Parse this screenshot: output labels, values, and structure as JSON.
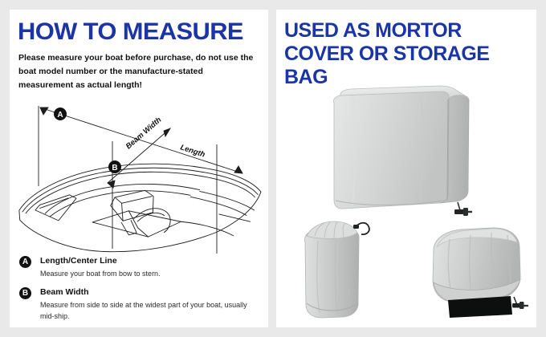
{
  "theme": {
    "page_background": "#e9e9e9",
    "card_background": "#ffffff",
    "heading_color": "#1b35a6",
    "text_color": "#111111",
    "fabric_color": "#c9cbcb",
    "strap_color": "#1a1a1a"
  },
  "left_panel": {
    "heading": "HOW TO MEASURE",
    "intro": "Please measure your boat before purchase, do not use the boat model number or the manufacture-stated measurement as actual length!",
    "diagram": {
      "marker_a": "A",
      "marker_b": "B",
      "label_length": "Length",
      "label_beam_width": "Beam  Width"
    },
    "legend": [
      {
        "badge": "A",
        "title": "Length/Center Line",
        "desc": "Measure your boat from bow to stern."
      },
      {
        "badge": "B",
        "title": "Beam Width",
        "desc": "Measure from side to side at the widest part of your boat, usually mid-ship."
      }
    ]
  },
  "right_panel": {
    "heading": "USED AS MORTOR COVER OR STORAGE BAG",
    "products": [
      {
        "name": "large-motor-cover",
        "detail": "buckle-clip"
      },
      {
        "name": "drawstring-storage-bag",
        "detail": "cord-toggle"
      },
      {
        "name": "small-motor-cover",
        "detail": "elastic-skirt"
      }
    ]
  }
}
